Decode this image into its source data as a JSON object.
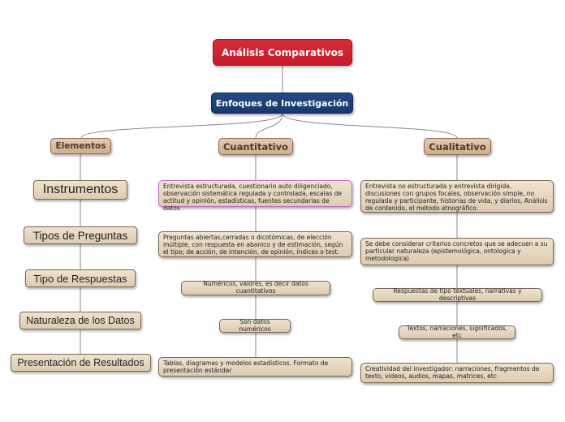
{
  "root": {
    "label": "Análisis Comparativos"
  },
  "approach": {
    "label": "Enfoques de Investigación"
  },
  "columns": {
    "elements": "Elementos",
    "quantitative": "Cuantitativo",
    "qualitative": "Cualitativo"
  },
  "element_rows": [
    "Instrumentos",
    "Tipos de Preguntas",
    "Tipo de Respuestas",
    "Naturaleza de los Datos",
    "Presentación de Resultados"
  ],
  "quantitative_cells": [
    "Entrevista estructurada, cuestionario auto diligenciado, observación sistemática regulada y controlada, escalas de actitud y opinión, estadísticas, fuentes secundarias de datos",
    "Preguntas abiertas,cerradas o dicotómicas, de elección múltiple, con respuesta en abanico y de estimación, según el tipo; de acción, de intención, de opinión, índices o test.",
    "Numéricos, valores, es decir datos cuantitativos",
    "Son datos numéricos",
    "Tablas, diagramas y modelos estadísticos. Formato de presentación estándar"
  ],
  "qualitative_cells": [
    "Entrevista no estructurada y entrevista dirigida, discusiones con grupos focales, observación simple, no regulada y participante, historias de vida, y diarios, Análisis de contenido, el método etnográfico.",
    "Se debe considerar criterios concretos que se adecuen a su particular naturaleza (epistemológica, ontologica y metodologica)",
    "Respuestas de tipo  textuales, narrativas y descriptivas",
    "Textos, narraciones, significados, etc",
    "Creatividad del investigador: narraciones, fragmentos de texto, videos, audios, mapas, matrices, etc"
  ],
  "colors": {
    "root": "#c61c2c",
    "approach": "#17386b",
    "header": "#cfae8e",
    "node": "#e8d9c0",
    "connector": "#8a8a8a"
  }
}
